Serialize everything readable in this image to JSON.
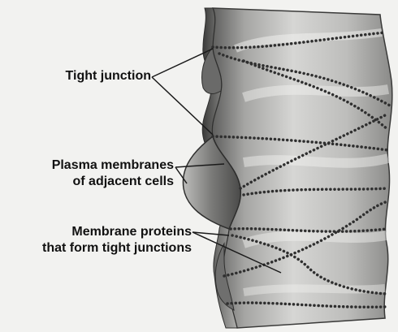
{
  "labels": {
    "tight_junction": "Tight junction",
    "plasma_membranes": {
      "line1": "Plasma membranes",
      "line2": "of adjacent cells"
    },
    "membrane_proteins": {
      "line1": "Membrane proteins",
      "line2": "that form tight junctions"
    }
  },
  "colors": {
    "background": "#f2f2f0",
    "membrane_light": "#d8d8d6",
    "membrane_mid": "#a9a9a7",
    "membrane_dark": "#575756",
    "junction_beads": "#3a3a3a",
    "leader_lines": "#1a1a1a"
  }
}
